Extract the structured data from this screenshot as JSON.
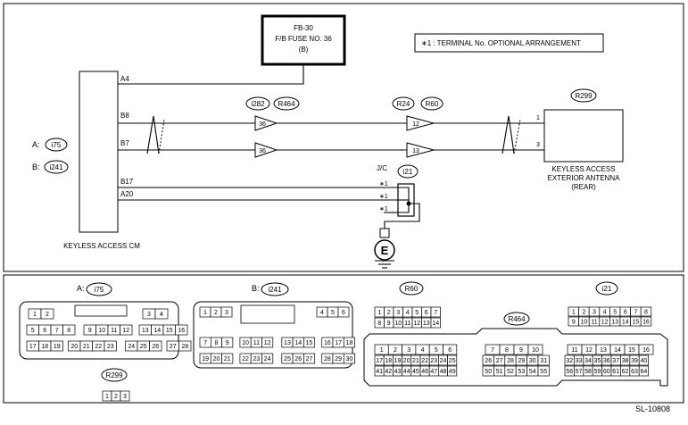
{
  "fuse": {
    "line1": "FB-30",
    "line2": "F/B FUSE NO. 36",
    "line3": "(B)"
  },
  "note": "∗1 : TERMINAL No. OPTIONAL ARRANGEMENT",
  "cm": {
    "label": "KEYLESS ACCESS CM",
    "pins": [
      "A4",
      "B8",
      "B7",
      "B17",
      "A20"
    ],
    "conn_a_prefix": "A:",
    "conn_a": "i75",
    "conn_b_prefix": "B:",
    "conn_b": "i241"
  },
  "connectors_mid": {
    "c1": "i282",
    "c2": "R464",
    "c3": "R24",
    "c4": "R60",
    "pin36a": "36",
    "pin36b": "36",
    "pin12": "12",
    "pin13": "13"
  },
  "antenna": {
    "conn": "R299",
    "line1": "KEYLESS ACCESS",
    "line2": "EXTERIOR ANTENNA",
    "line3": "(REAR)",
    "pin1": "1",
    "pin3": "3"
  },
  "jc": {
    "label": "J/C",
    "conn": "i21",
    "star": "∗1"
  },
  "ground": "E",
  "faces": {
    "i75_title": "A:",
    "i75": "i75",
    "i75_rows": [
      [
        "1",
        "2",
        "3",
        "4"
      ],
      [
        "5",
        "6",
        "7",
        "8",
        "9",
        "10",
        "11",
        "12",
        "13",
        "14",
        "15",
        "16"
      ],
      [
        "17",
        "18",
        "19",
        "20",
        "21",
        "22",
        "23",
        "24",
        "25",
        "26",
        "27",
        "28"
      ]
    ],
    "i241_title": "B:",
    "i241": "i241",
    "i241_rows": [
      [
        "1",
        "2",
        "3",
        "4",
        "5",
        "6"
      ],
      [
        "7",
        "8",
        "9",
        "10",
        "11",
        "12",
        "13",
        "14",
        "15",
        "16",
        "17",
        "18"
      ],
      [
        "19",
        "20",
        "21",
        "22",
        "23",
        "24",
        "25",
        "26",
        "27",
        "28",
        "29",
        "30"
      ]
    ],
    "R60": "R60",
    "R60_rows": [
      [
        "1",
        "2",
        "3",
        "4",
        "5",
        "6",
        "7"
      ],
      [
        "8",
        "9",
        "10",
        "11",
        "12",
        "13",
        "14"
      ]
    ],
    "i21": "i21",
    "i21_rows": [
      [
        "1",
        "2",
        "3",
        "4",
        "5",
        "6",
        "7",
        "8"
      ],
      [
        "9",
        "10",
        "11",
        "12",
        "13",
        "14",
        "15",
        "16"
      ]
    ],
    "R464": "R464",
    "R464_rows": [
      [
        "1",
        "2",
        "3",
        "4",
        "5",
        "6",
        "7",
        "8",
        "9",
        "10",
        "11",
        "12",
        "13",
        "14",
        "15",
        "16"
      ],
      [
        "17",
        "18",
        "19",
        "20",
        "21",
        "22",
        "23",
        "24",
        "25",
        "26",
        "27",
        "28",
        "29",
        "30",
        "31",
        "32",
        "33",
        "34",
        "35",
        "36",
        "37",
        "38",
        "39",
        "40"
      ],
      [
        "41",
        "42",
        "43",
        "44",
        "45",
        "46",
        "47",
        "48",
        "49",
        "50",
        "51",
        "52",
        "53",
        "54",
        "55",
        "56",
        "57",
        "58",
        "59",
        "60",
        "61",
        "62",
        "63",
        "64"
      ]
    ],
    "R299": "R299",
    "R299_pins": [
      "1",
      "2",
      "3"
    ]
  },
  "figure_id": "SL-10808"
}
